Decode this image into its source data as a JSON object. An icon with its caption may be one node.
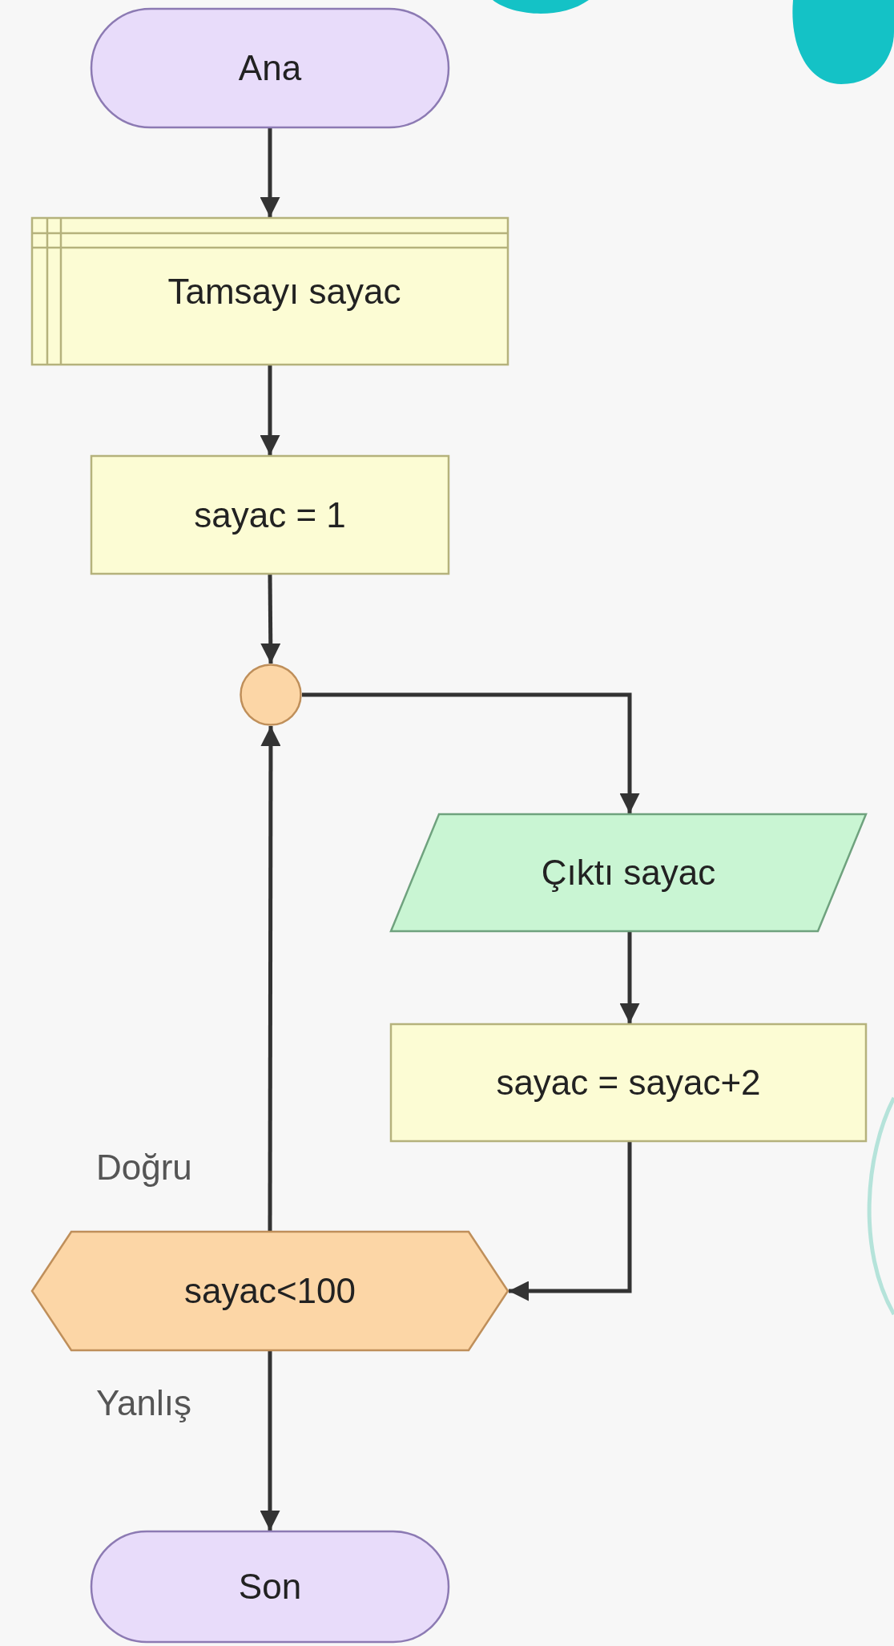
{
  "diagram": {
    "nodes": [
      {
        "text": [
          "Ana"
        ]
      },
      {
        "text": [
          "Tamsayı sayac"
        ]
      },
      {
        "text": [
          "sayac = 1"
        ]
      },
      {
        "text": [],
        "shape": "circle"
      },
      {
        "text": [
          "Çıktı sayac"
        ]
      },
      {
        "text": [
          "sayac = sayac+2"
        ]
      },
      {
        "text": [
          "sayac<100"
        ]
      },
      {
        "text": [
          "Son"
        ]
      }
    ],
    "edges": [
      {
        "from": 0,
        "to": 1,
        "arrow": "to"
      },
      {
        "from": 1,
        "to": 2,
        "arrow": "to"
      },
      {
        "from": 2,
        "to": 3,
        "arrow": "to"
      },
      {
        "from": 3,
        "to": 4,
        "arrow": "to"
      },
      {
        "from": 4,
        "to": 5,
        "arrow": "to"
      },
      {
        "from": 5,
        "to": 6,
        "arrow": "to"
      },
      {
        "from": 6,
        "to": 3,
        "arrow": "to",
        "label": "Doğru"
      },
      {
        "from": 6,
        "to": 7,
        "arrow": "to",
        "label": "Yanlış"
      }
    ]
  }
}
